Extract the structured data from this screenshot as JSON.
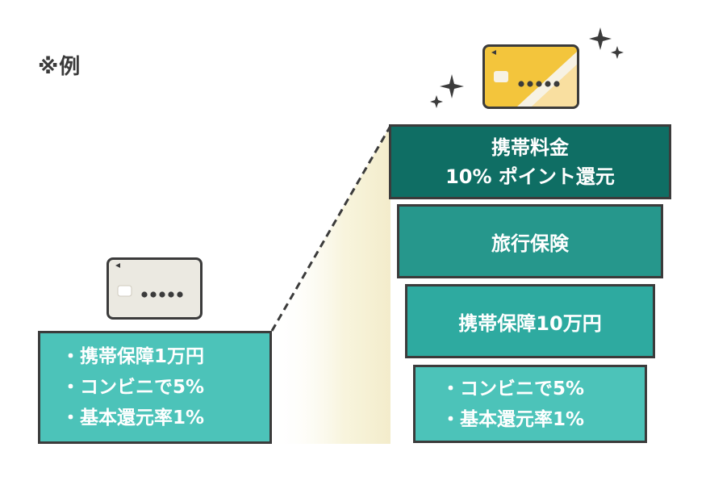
{
  "example_label": "※例",
  "basic_card": {
    "icon": "credit-card-icon",
    "color": "#ebe9e1",
    "number_mask": "●●●●●",
    "benefits": [
      "・携帯保障1万円",
      "・コンビニで5%",
      "・基本還元率1%"
    ]
  },
  "premium_card": {
    "icon": "credit-card-icon",
    "color": "#f3c53c",
    "number_mask": "●●●●●",
    "tiers": {
      "top": {
        "line1": "携帯料金",
        "line2": "10% ポイント還元",
        "color": "#0f6e64"
      },
      "travel": {
        "label": "旅行保険",
        "color": "#26978c"
      },
      "phone": {
        "label": "携帯保障10万円",
        "color": "#2eaaa0"
      },
      "basic": {
        "lines": [
          "・コンビニで5%",
          "・基本還元率1%"
        ],
        "color": "#4cc3b9"
      }
    }
  },
  "colors": {
    "outline": "#3b3b3b",
    "glow": "#f5f0cf"
  }
}
